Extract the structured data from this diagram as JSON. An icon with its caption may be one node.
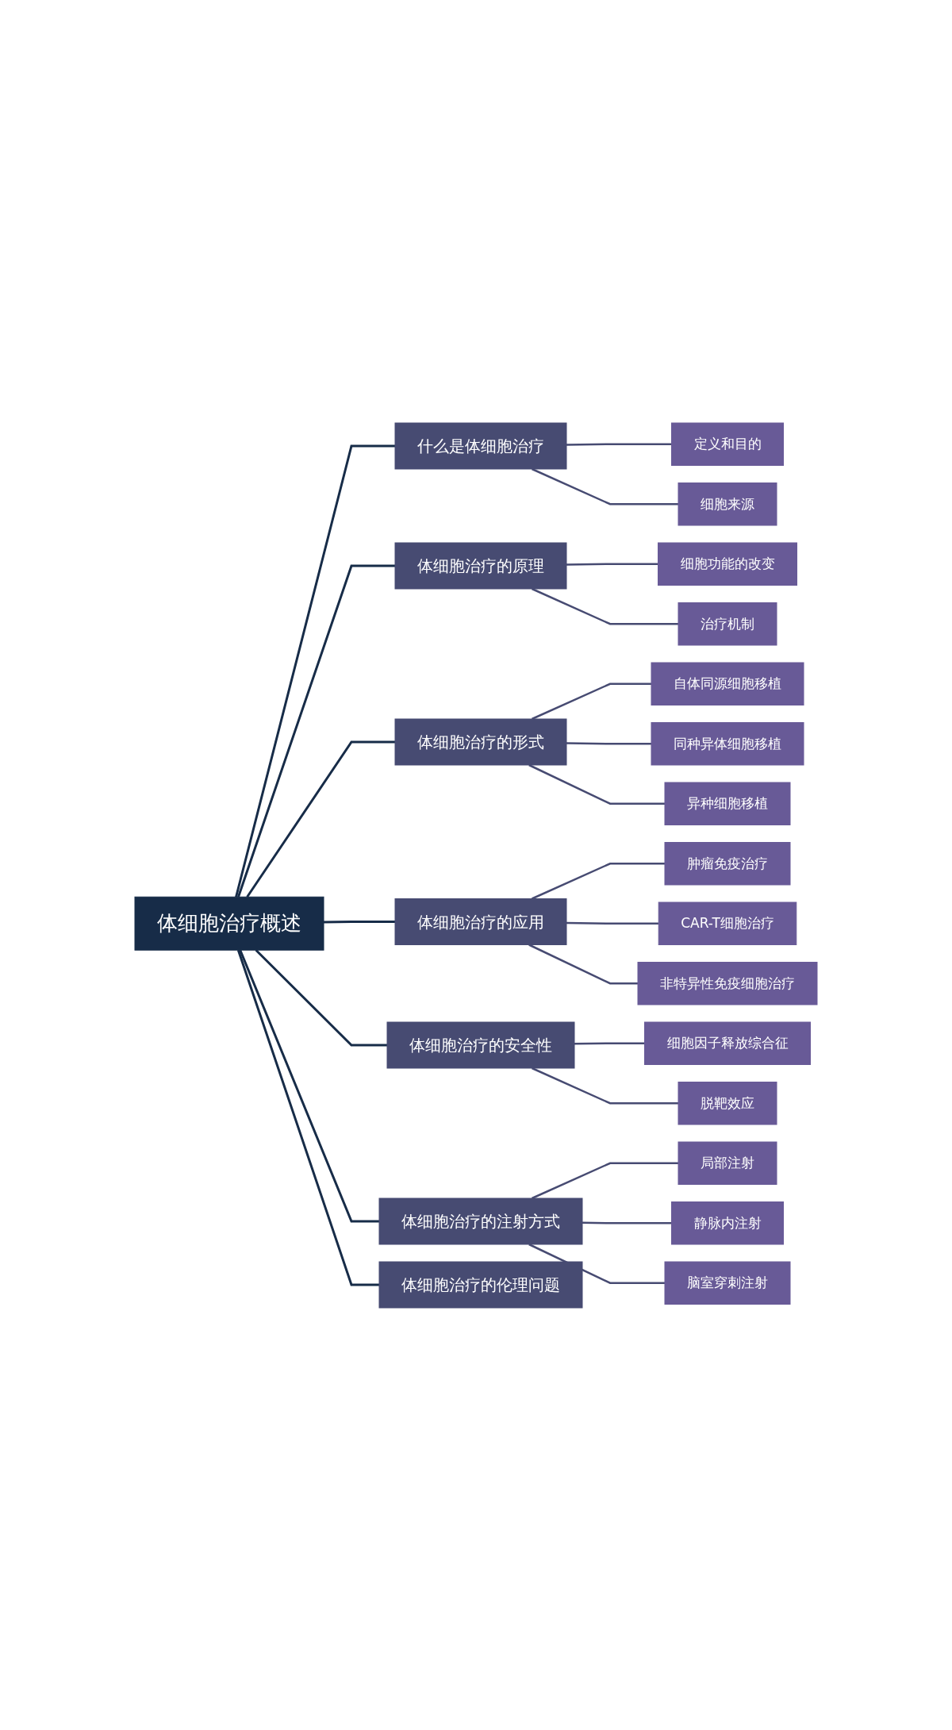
{
  "diagram": {
    "nodes": [
      {
        "text": [
          "体细胞治疗概述"
        ]
      },
      {
        "text": [
          "什么是体细胞治疗"
        ]
      },
      {
        "text": [
          "定义和目的"
        ]
      },
      {
        "text": [
          "细胞来源"
        ]
      },
      {
        "text": [
          "体细胞治疗的原理"
        ]
      },
      {
        "text": [
          "细胞功能的改变"
        ]
      },
      {
        "text": [
          "治疗机制"
        ]
      },
      {
        "text": [
          "体细胞治疗的形式"
        ]
      },
      {
        "text": [
          "自体同源细胞移植"
        ]
      },
      {
        "text": [
          "同种异体细胞移植"
        ]
      },
      {
        "text": [
          "异种细胞移植"
        ]
      },
      {
        "text": [
          "体细胞治疗的应用"
        ]
      },
      {
        "text": [
          "肿瘤免疫治疗"
        ]
      },
      {
        "text": [
          "CAR-T细胞治疗"
        ]
      },
      {
        "text": [
          "非特异性免疫细胞治疗"
        ]
      },
      {
        "text": [
          "体细胞治疗的安全性"
        ]
      },
      {
        "text": [
          "细胞因子释放综合征"
        ]
      },
      {
        "text": [
          "脱靶效应"
        ]
      },
      {
        "text": [
          "体细胞治疗的注射方式"
        ]
      },
      {
        "text": [
          "局部注射"
        ]
      },
      {
        "text": [
          "静脉内注射"
        ]
      },
      {
        "text": [
          "脑室穿刺注射"
        ]
      },
      {
        "text": [
          "体细胞治疗的伦理问题"
        ]
      }
    ],
    "edges": [
      {
        "from": 0,
        "to": 1,
        "arrow": "none",
        "color": "#172c48"
      },
      {
        "from": 1,
        "to": 2,
        "arrow": "none"
      },
      {
        "from": 1,
        "to": 3,
        "arrow": "none"
      },
      {
        "from": 0,
        "to": 4,
        "arrow": "none",
        "color": "#172c48"
      },
      {
        "from": 4,
        "to": 5,
        "arrow": "none"
      },
      {
        "from": 4,
        "to": 6,
        "arrow": "none"
      },
      {
        "from": 0,
        "to": 7,
        "arrow": "none",
        "color": "#172c48"
      },
      {
        "from": 7,
        "to": 8,
        "arrow": "none"
      },
      {
        "from": 7,
        "to": 9,
        "arrow": "none"
      },
      {
        "from": 7,
        "to": 10,
        "arrow": "none"
      },
      {
        "from": 0,
        "to": 11,
        "arrow": "none",
        "color": "#172c48"
      },
      {
        "from": 11,
        "to": 12,
        "arrow": "none"
      },
      {
        "from": 11,
        "to": 13,
        "arrow": "none"
      },
      {
        "from": 11,
        "to": 14,
        "arrow": "none"
      },
      {
        "from": 0,
        "to": 15,
        "arrow": "none",
        "color": "#172c48"
      },
      {
        "from": 15,
        "to": 16,
        "arrow": "none"
      },
      {
        "from": 15,
        "to": 17,
        "arrow": "none"
      },
      {
        "from": 0,
        "to": 18,
        "arrow": "none",
        "color": "#172c48"
      },
      {
        "from": 18,
        "to": 19,
        "arrow": "none"
      },
      {
        "from": 18,
        "to": 20,
        "arrow": "none"
      },
      {
        "from": 18,
        "to": 21,
        "arrow": "none"
      },
      {
        "from": 0,
        "to": 22,
        "arrow": "none",
        "color": "#172c48"
      }
    ]
  }
}
